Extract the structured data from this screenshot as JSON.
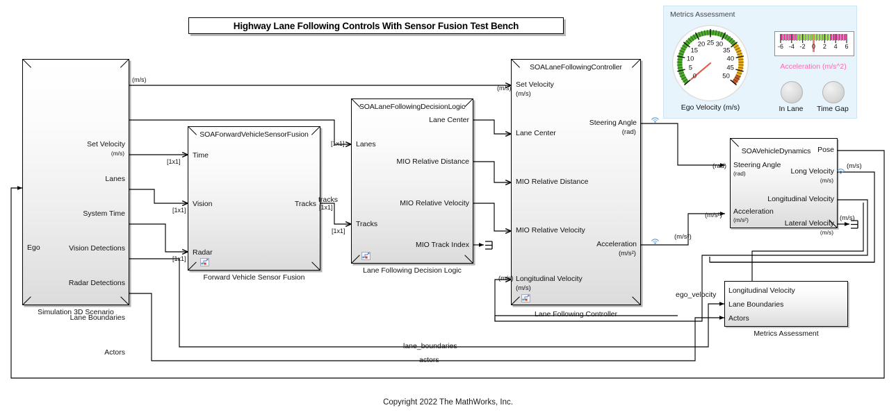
{
  "title_banner": {
    "text": "Highway Lane Following Controls With Sensor Fusion Test Bench"
  },
  "copyright": "Copyright 2022 The MathWorks, Inc.",
  "blocks": {
    "scenario": {
      "title": "",
      "caption": "Simulation 3D Scenario",
      "inputs": [
        {
          "label": "Ego"
        }
      ],
      "outputs": [
        {
          "label": "Set Velocity",
          "unit": "(m/s)"
        },
        {
          "label": "Lanes",
          "unit": ""
        },
        {
          "label": "System Time",
          "unit": ""
        },
        {
          "label": "Vision Detections",
          "unit": ""
        },
        {
          "label": "Radar Detections",
          "unit": ""
        },
        {
          "label": "Lane Boundaries",
          "unit": ""
        },
        {
          "label": "Actors",
          "unit": ""
        }
      ]
    },
    "fusion": {
      "title": "SOAForwardVehicleSensorFusion",
      "caption": "Forward Vehicle Sensor Fusion",
      "inputs": [
        {
          "label": "Time"
        },
        {
          "label": "Vision"
        },
        {
          "label": "Radar"
        }
      ],
      "outputs": [
        {
          "label": "Tracks"
        }
      ]
    },
    "decision": {
      "title": "SOALaneFollowingDecisionLogic",
      "caption": "Lane Following Decision Logic",
      "inputs": [
        {
          "label": "Lanes"
        },
        {
          "label": "Tracks"
        }
      ],
      "outputs": [
        {
          "label": "Lane Center"
        },
        {
          "label": "MIO Relative Distance"
        },
        {
          "label": "MIO Relative Velocity"
        },
        {
          "label": "MIO Track Index"
        }
      ]
    },
    "controller": {
      "title": "SOALaneFollowingController",
      "caption": "Lane Following Controller",
      "inputs": [
        {
          "label": "Set Velocity",
          "unit": "(m/s)"
        },
        {
          "label": "Lane Center",
          "unit": ""
        },
        {
          "label": "MIO Relative Distance",
          "unit": ""
        },
        {
          "label": "MIO Relative Velocity",
          "unit": ""
        },
        {
          "label": "Longitudinal Velocity",
          "unit": "(m/s)"
        }
      ],
      "outputs": [
        {
          "label": "Steering Angle",
          "unit": "(rad)"
        },
        {
          "label": "Acceleration",
          "unit": "(m/s²)"
        }
      ]
    },
    "vehicle": {
      "title": "SOAVehicleDynamics",
      "caption": "",
      "inputs": [
        {
          "label": "Steering Angle",
          "unit": "(rad)"
        },
        {
          "label": "Acceleration",
          "unit": "(m/s²)"
        }
      ],
      "outputs": [
        {
          "label": "Pose",
          "unit": ""
        },
        {
          "label": "Long Velocity",
          "unit": "(m/s)"
        },
        {
          "label": "Longitudinal Velocity",
          "unit": ""
        },
        {
          "label": "Lateral Velocity",
          "unit": "(m/s)"
        }
      ]
    },
    "metrics": {
      "title": "",
      "caption": "Metrics Assessment",
      "inputs": [
        {
          "label": "Longitudinal Velocity"
        },
        {
          "label": "Lane Boundaries"
        },
        {
          "label": "Actors"
        }
      ]
    }
  },
  "signal_labels": {
    "set_velocity_unit_top": "(m/s)",
    "set_velocity_unit_in": "(m/s)",
    "tracks": "tracks",
    "dim_1x1": "[1x1]",
    "ego_velocity": "ego_velocity",
    "lane_boundaries": "lane_boundaries",
    "actors": "actors",
    "steer_rad_out": "(rad)",
    "steer_rad_in": "(rad)",
    "accel_unit_out": "(m/s²)",
    "accel_unit_in": "(m/s²)",
    "lat_vel_unit": "(m/s)",
    "long_vel_unit": "(m/s)",
    "long_vel_in_unit": "(m/s)"
  },
  "dashboard": {
    "title": "Metrics Assessment",
    "gauge": {
      "caption": "Ego Velocity (m/s)",
      "ticks": [
        0,
        5,
        10,
        15,
        20,
        25,
        30,
        35,
        40,
        45,
        50
      ],
      "min": 0,
      "max": 50,
      "value": 0,
      "needle_color": "#e05a4a",
      "bands": [
        {
          "from": 0,
          "to": 35,
          "color": "#4caf28"
        },
        {
          "from": 35,
          "to": 47,
          "color": "#e8b014"
        },
        {
          "from": 47,
          "to": 50,
          "color": "#c85a22"
        }
      ]
    },
    "accel_bar": {
      "caption": "Acceleration (m/s^2)",
      "ticks": [
        -6,
        -4,
        -2,
        0,
        2,
        4,
        6
      ],
      "min": -6,
      "max": 6,
      "value": 0,
      "caption_color": "#ff66b3",
      "band_outer_color": "#ff2d9e",
      "band_inner_color": "#7ed321",
      "needle_color": "#f08080"
    },
    "lamps": [
      {
        "label": "In Lane"
      },
      {
        "label": "Time Gap"
      }
    ]
  },
  "colors": {
    "panel_bg": "#e8f4fc",
    "panel_border": "#cfe4f2",
    "wire": "#000000",
    "radiate_icon": "#4a90d9"
  },
  "icons": {
    "radiate": "radiate-icon",
    "terminator": "terminator-icon",
    "atomic_badge": "atomic-subsystem-badge"
  }
}
